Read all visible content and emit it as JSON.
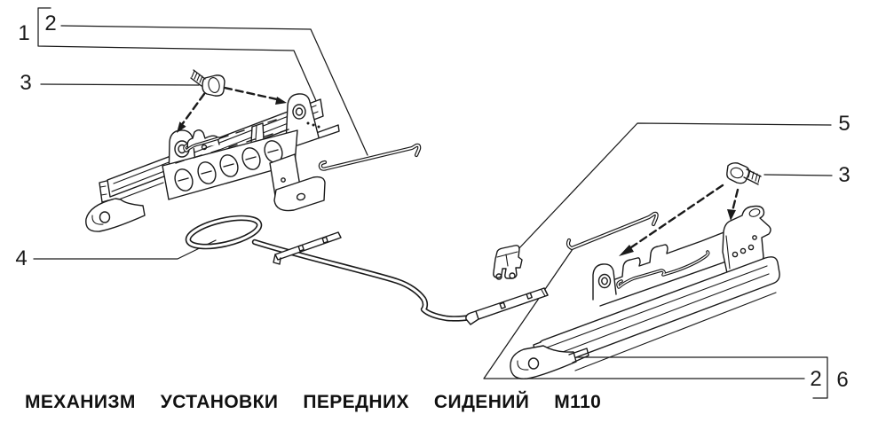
{
  "figure": {
    "caption": {
      "words": [
        "МЕХАНИЗМ",
        "УСТАНОВКИ",
        "ПЕРЕДНИХ",
        "СИДЕНИЙ",
        "М110"
      ],
      "text": "МЕХАНИЗМ УСТАНОВКИ ПЕРЕДНИХ СИДЕНИЙ М110"
    },
    "callouts": [
      {
        "label": "1"
      },
      {
        "label": "2"
      },
      {
        "label": "3"
      },
      {
        "label": "4"
      },
      {
        "label": "5"
      },
      {
        "label": "3"
      },
      {
        "label": "2"
      },
      {
        "label": "6"
      }
    ],
    "colors": {
      "ink": "#1a1a1a",
      "background": "#ffffff"
    }
  }
}
